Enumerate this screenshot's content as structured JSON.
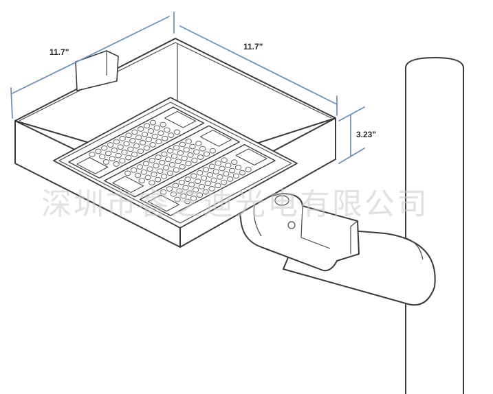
{
  "dimensions": {
    "width_left": "11.7\"",
    "width_right": "11.7\"",
    "height": "3.23\""
  },
  "watermark": "深圳市睿芝迪光电有限公司",
  "modules": 3,
  "colors": {
    "outline": "#3a3a3a",
    "dimension_line": "#6f8fb8",
    "watermark": "#c9c9c9"
  }
}
